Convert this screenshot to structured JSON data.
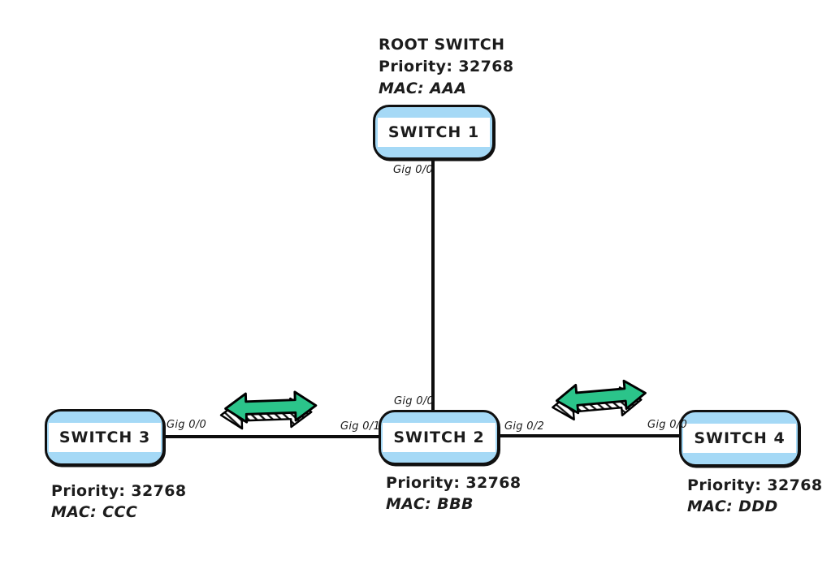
{
  "colors": {
    "background": "#ffffff",
    "switch_fill": "#a5d9f6",
    "switch_border": "#101010",
    "switch_label_bg": "#ffffff",
    "link_line": "#0d0d0d",
    "arrow_fill": "#2bc48a",
    "arrow_outline": "#000000",
    "text": "#1c1c1c"
  },
  "switches": [
    {
      "name": "SWITCH 1",
      "role": "ROOT SWITCH",
      "priority": "Priority: 32768",
      "mac": "MAC: AAA"
    },
    {
      "name": "SWITCH 2",
      "priority": "Priority: 32768",
      "mac": "MAC: BBB"
    },
    {
      "name": "SWITCH 3",
      "priority": "Priority: 32768",
      "mac": "MAC: CCC"
    },
    {
      "name": "SWITCH 4",
      "priority": "Priority: 32768",
      "mac": "MAC: DDD"
    }
  ],
  "links": [
    {
      "from": "SWITCH 1",
      "from_port": "Gig 0/0",
      "to": "SWITCH 2",
      "to_port": "Gig 0/0"
    },
    {
      "from": "SWITCH 3",
      "from_port": "Gig 0/0",
      "to": "SWITCH 2",
      "to_port": "Gig 0/1"
    },
    {
      "from": "SWITCH 2",
      "from_port": "Gig 0/2",
      "to": "SWITCH 4",
      "to_port": "Gig 0/0"
    }
  ],
  "arrows": [
    {
      "icon": "bidirectional-arrow",
      "between": "SWITCH 3 - SWITCH 2",
      "color": "#2bc48a"
    },
    {
      "icon": "bidirectional-arrow",
      "between": "SWITCH 2 - SWITCH 4",
      "color": "#2bc48a"
    }
  ]
}
